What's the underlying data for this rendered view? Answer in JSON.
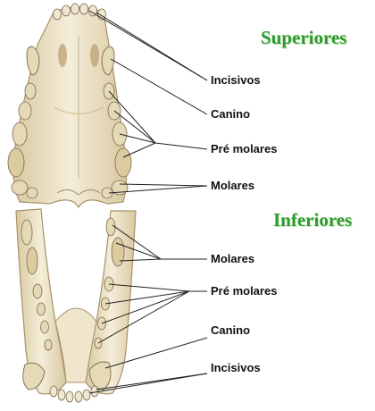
{
  "headings": {
    "upper": "Superiores",
    "lower": "Inferiores"
  },
  "labels": {
    "upper_incisors": "Incisivos",
    "upper_canine": "Canino",
    "upper_premolars": "Pré molares",
    "upper_molars": "Molares",
    "lower_molars": "Molares",
    "lower_premolars": "Pré molares",
    "lower_canine": "Canino",
    "lower_incisors": "Incisivos"
  },
  "colors": {
    "heading": "#2f9a2b",
    "bone": "#ede4c8",
    "bone_shadow": "#cdb98f",
    "tooth": "#efe7cf",
    "tooth_outline": "#7a6a4f",
    "leader": "#222222"
  }
}
